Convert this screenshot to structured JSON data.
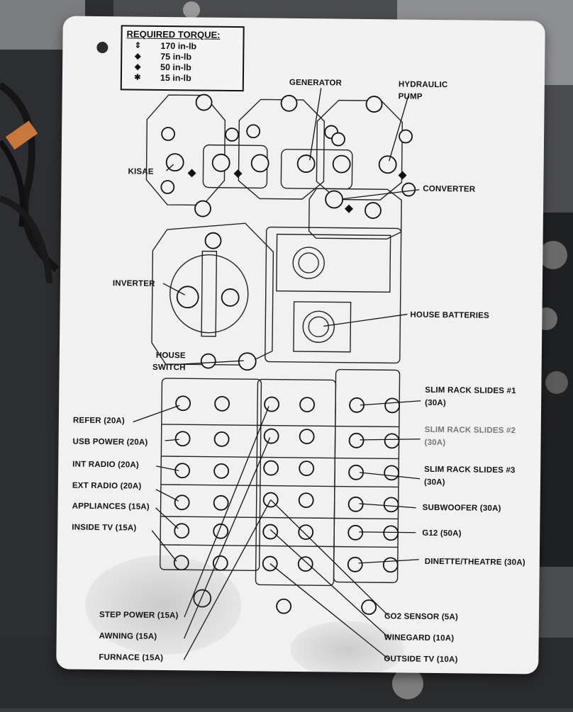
{
  "legend": {
    "title": "REQUIRED TORQUE:",
    "rows": [
      {
        "symbol_icon": "double-arrow-icon",
        "value": "170 in-lb"
      },
      {
        "symbol_icon": "double-diamond-icon",
        "value": "75 in-lb"
      },
      {
        "symbol_icon": "diamond-icon",
        "value": "50 in-lb"
      },
      {
        "symbol_icon": "star-icon",
        "value": "15 in-lb"
      }
    ]
  },
  "labels": {
    "generator": "GENERATOR",
    "hydraulic_pump": "HYDRAULIC PUMP",
    "kisae": "KISAE",
    "converter": "CONVERTER",
    "inverter": "INVERTER",
    "house_batteries": "HOUSE BATTERIES",
    "house_switch": "HOUSE SWITCH",
    "slim_rack_1": "SLIM RACK SLIDES #1 (30A)",
    "slim_rack_2": "SLIM RACK SLIDES #2 (30A)",
    "slim_rack_3": "SLIM RACK SLIDES #3 (30A)",
    "subwoofer": "SUBWOOFER (30A)",
    "g12": "G12 (50A)",
    "dinette": "DINETTE/THEATRE (30A)",
    "refer": "REFER (20A)",
    "usb_power": "USB POWER (20A)",
    "int_radio": "INT RADIO (20A)",
    "ext_radio": "EXT RADIO (20A)",
    "appliances": "APPLIANCES (15A)",
    "inside_tv": "INSIDE TV (15A)",
    "step_power": "STEP POWER (15A)",
    "awning": "AWNING (15A)",
    "furnace": "FURNACE (15A)",
    "co2_sensor": "CO2 SENSOR (5A)",
    "winegard": "WINEGARD (10A)",
    "outside_tv": "OUTSIDE TV (10A)"
  },
  "colors": {
    "card": "#f1f1f1",
    "ink": "#111111",
    "background": "#3a3b3d"
  }
}
